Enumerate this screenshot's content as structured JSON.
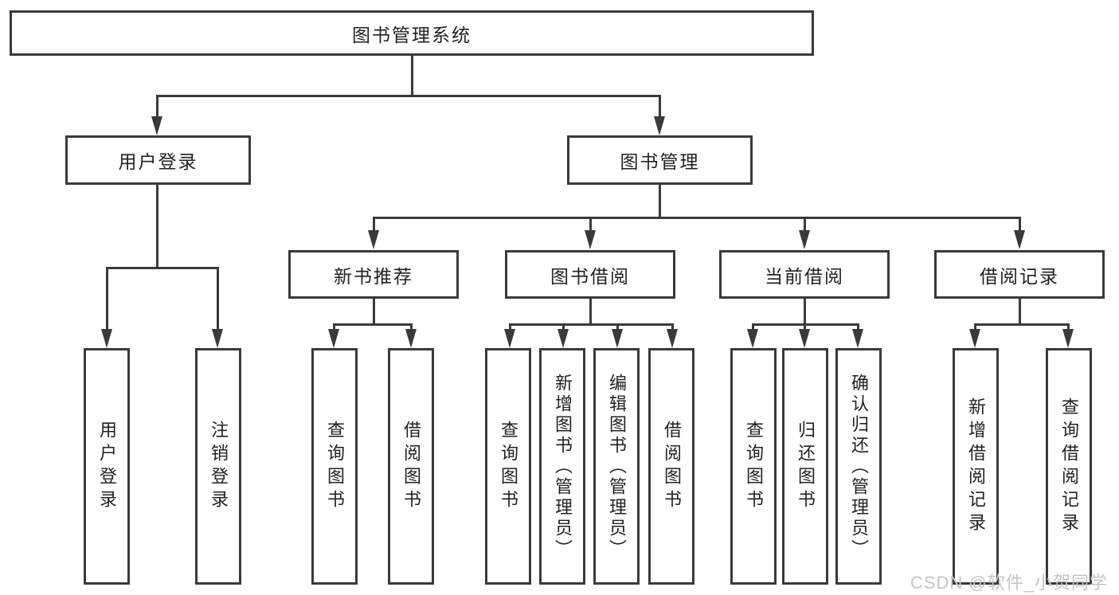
{
  "tree": {
    "root": {
      "label": "图书管理系统"
    },
    "branches": [
      {
        "label": "用户登录",
        "children": [
          {
            "label": "用户登录"
          },
          {
            "label": "注销登录"
          }
        ]
      },
      {
        "label": "图书管理",
        "children": [
          {
            "label": "新书推荐",
            "children": [
              {
                "label": "查询图书"
              },
              {
                "label": "借阅图书"
              }
            ]
          },
          {
            "label": "图书借阅",
            "children": [
              {
                "label": "查询图书"
              },
              {
                "label": "新增图书（管理员）"
              },
              {
                "label": "编辑图书（管理员）"
              },
              {
                "label": "借阅图书"
              }
            ]
          },
          {
            "label": "当前借阅",
            "children": [
              {
                "label": "查询图书"
              },
              {
                "label": "归还图书"
              },
              {
                "label": "确认归还（管理员）"
              }
            ]
          },
          {
            "label": "借阅记录",
            "children": [
              {
                "label": "新增借阅记录"
              },
              {
                "label": "查询借阅记录"
              }
            ]
          }
        ]
      }
    ]
  },
  "watermark": {
    "text": "CSDN @软件_小贺同学",
    "color": "#c9c3c3"
  },
  "colors": {
    "line": "#3a3a3a",
    "text": "#222222",
    "box_background": "#ffffff",
    "page_background": "#ffffff"
  }
}
